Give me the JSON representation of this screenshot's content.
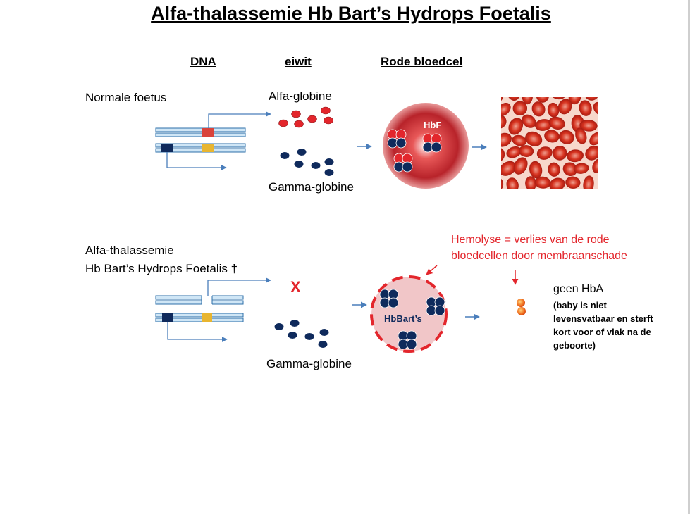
{
  "title": "Alfa-thalassemie Hb Bart’s Hydrops Foetalis",
  "columns": {
    "dna": "DNA",
    "eiwit": "eiwit",
    "rode_bloedcel": "Rode bloedcel"
  },
  "normal": {
    "label": "Normale foetus",
    "alpha_label": "Alfa-globine",
    "gamma_label": "Gamma-globine",
    "cell_label": "HbF"
  },
  "thal": {
    "label_line1": "Alfa-thalassemie",
    "label_line2": "Hb Bart’s Hydrops Foetalis †",
    "missing_mark": "X",
    "gamma_label": "Gamma-globine",
    "cell_label": "HbBart’s",
    "hemolysis_line1": "Hemolyse = verlies van de rode",
    "hemolysis_line2": "bloedcellen door membraanschade",
    "result_title": "geen HbA",
    "result_note": "(baby is niet levensvatbaar en sterft kort voor of vlak na de geboorte)"
  },
  "colors": {
    "alpha": "#e3262c",
    "gamma": "#0f2a5c",
    "gene_fill": "#cfe6f6",
    "gene_stroke": "#2d6fa8",
    "arrow": "#4a7ebb",
    "gene_alpha": "#d9433b",
    "gene_gamma": "#e8b530",
    "hemolysis": "#e3262c"
  }
}
